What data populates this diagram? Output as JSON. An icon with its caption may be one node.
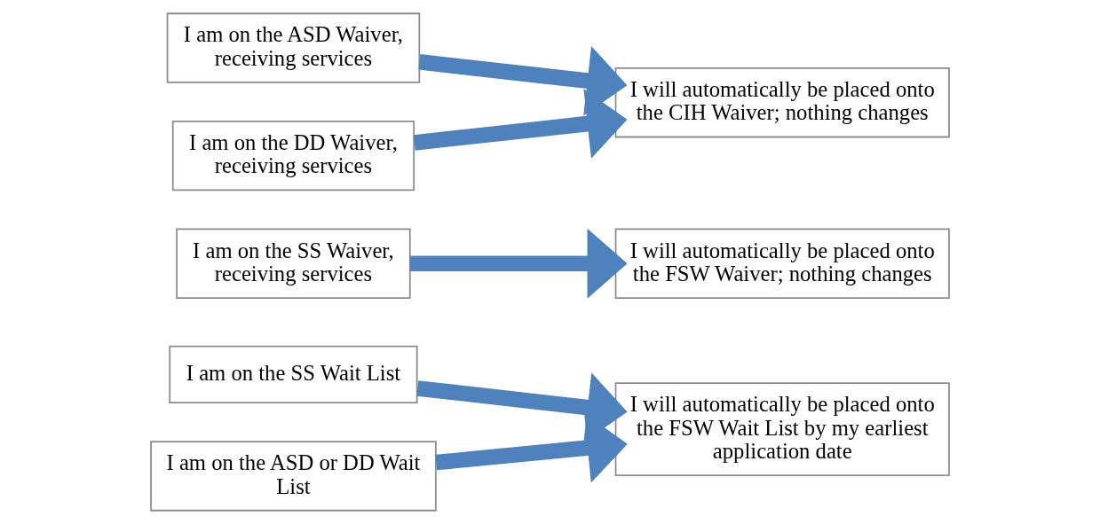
{
  "diagram": {
    "nodes": [
      {
        "text": [
          "I am on the SS Wait List"
        ]
      },
      {
        "text": [
          "I am on the ASD or DD Wait List"
        ]
      },
      {
        "text": [
          "I will automatically be placed onto the FSW Wait List by my earliest application date"
        ]
      },
      {
        "text": [
          "I am on the SS Waiver, receiving services"
        ]
      },
      {
        "text": [
          "I will automatically be placed onto the FSW Waiver; nothing changes"
        ]
      },
      {
        "text": [
          "I am on the ASD Waiver, receiving services"
        ]
      },
      {
        "text": [
          "I am on the DD Waiver, receiving services"
        ]
      },
      {
        "text": [
          "I will automatically be placed onto the CIH Waiver; nothing changes"
        ]
      }
    ],
    "edges": [
      {
        "from": 0,
        "to": 2,
        "arrow": "to"
      },
      {
        "from": 1,
        "to": 2,
        "arrow": "to"
      },
      {
        "from": 3,
        "to": 4,
        "arrow": "to"
      },
      {
        "from": 5,
        "to": 7,
        "arrow": "to"
      },
      {
        "from": 6,
        "to": 7,
        "arrow": "to"
      }
    ]
  }
}
